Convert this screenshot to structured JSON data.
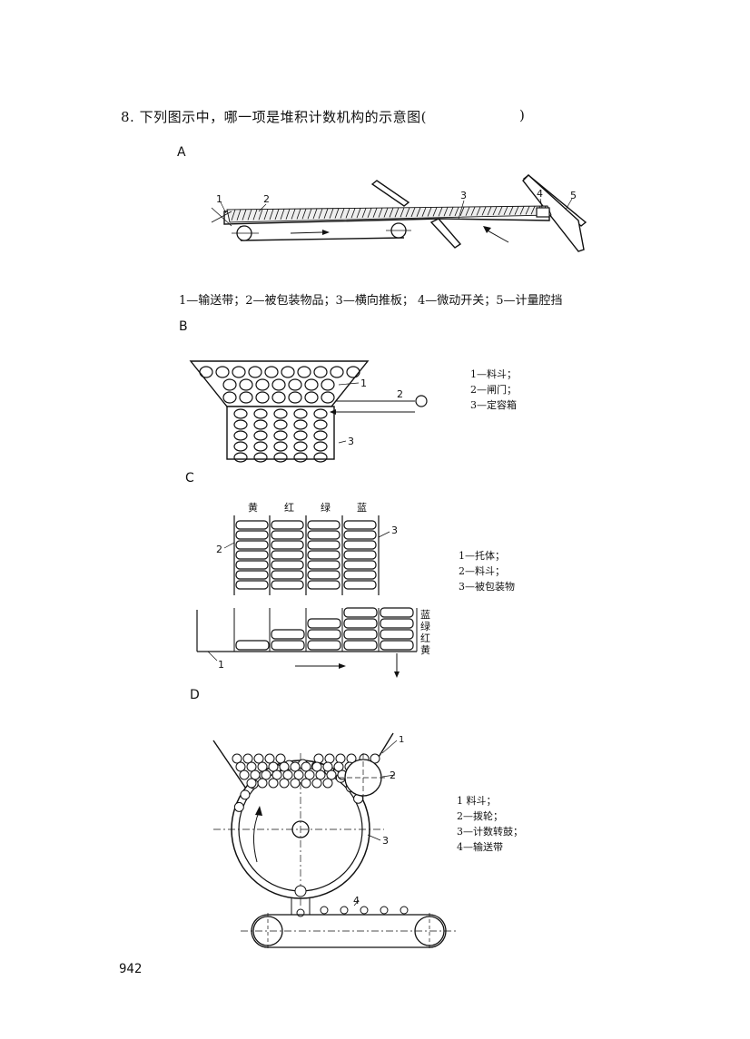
{
  "question": {
    "text": "8. 下列图示中，哪一项是堆积计数机构的示意图(",
    "close": ")"
  },
  "option_a": {
    "label": "A",
    "numbers": [
      "1",
      "2",
      "3",
      "4",
      "5"
    ],
    "caption": "1—输送带；2—被包装物品；3—横向推板；  4—微动开关；5—计量腔挡"
  },
  "option_b": {
    "label": "B",
    "numbers": [
      "1",
      "2",
      "3"
    ],
    "legend": [
      "1—料斗；",
      "2—闸门；",
      "3—定容箱"
    ]
  },
  "option_c": {
    "label": "C",
    "columns": [
      "黄",
      "红",
      "绿",
      "蓝"
    ],
    "right_labels": [
      "蓝",
      "绿",
      "红",
      "黄"
    ],
    "numbers": [
      "1",
      "2",
      "3"
    ],
    "legend": [
      "1—托体；",
      "2—料斗；",
      "3—被包装物"
    ]
  },
  "option_d": {
    "label": "D",
    "numbers": [
      "1",
      "2",
      "3",
      "4"
    ],
    "legend": [
      "1  料斗；",
      "2—拨轮；",
      "3—计数转鼓；",
      "4—输送带"
    ]
  },
  "page_number": "942"
}
